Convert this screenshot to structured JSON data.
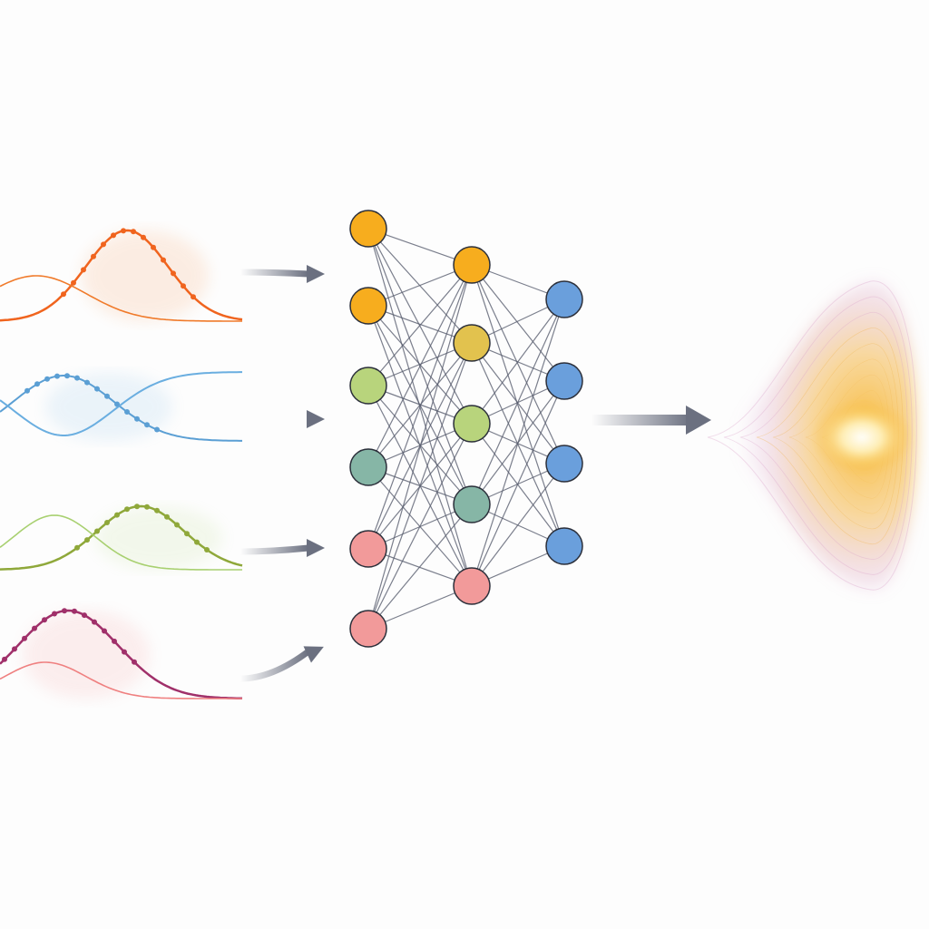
{
  "input_curves": [
    {
      "name": "orange",
      "color": "#f0641e",
      "color2": "#f07a2a"
    },
    {
      "name": "blue",
      "color": "#5b9fd4",
      "color2": "#6aaee0"
    },
    {
      "name": "green",
      "color": "#8fa83a",
      "color2": "#a8d070"
    },
    {
      "name": "magenta",
      "color": "#a0306a",
      "color2": "#ef8080"
    }
  ],
  "network": {
    "edge_color": "#5a5f70",
    "node_stroke": "#2b2f3a",
    "layers": [
      [
        "#f7ad1e",
        "#f7ad1e",
        "#b8d47c",
        "#86b6a6",
        "#f29a9a",
        "#f29a9a"
      ],
      [
        "#f7ad1e",
        "#e2c24e",
        "#b8d47c",
        "#86b6a6",
        "#f29a9a"
      ],
      [
        "#6a9fdc",
        "#6a9fdc",
        "#6a9fdc",
        "#6a9fdc"
      ]
    ]
  },
  "arrow_color": "#6b7080",
  "output_glow": {
    "core": "#ffffff",
    "inner": "#f7b21e",
    "outer": "#d9a0c8"
  }
}
